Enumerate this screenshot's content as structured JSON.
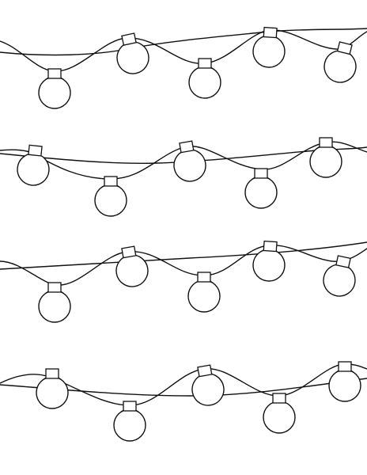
{
  "image": {
    "background_color": "#ffffff",
    "line_color": "#111111",
    "bulb_fill": "#ffffff"
  },
  "light_strings": [
    {
      "bulb_count": 5
    },
    {
      "bulb_count": 5
    },
    {
      "bulb_count": 5
    },
    {
      "bulb_count": 5
    }
  ]
}
